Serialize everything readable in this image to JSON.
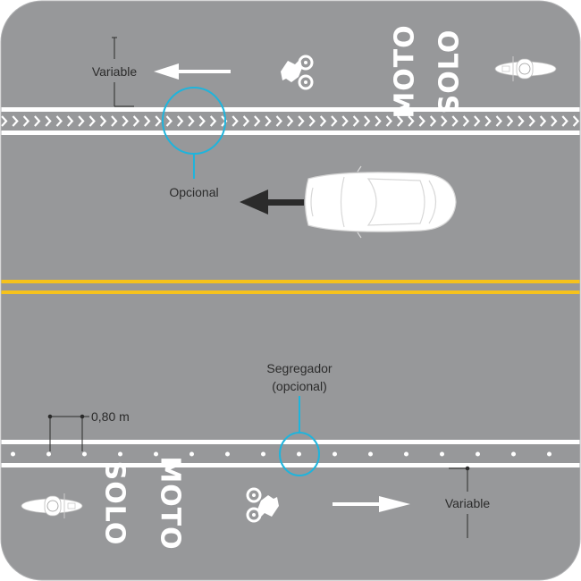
{
  "colors": {
    "asphalt": "#97989a",
    "marking": "#ffffff",
    "center_line": "#f6c21c",
    "callout": "#1fb4dc",
    "dimension": "#2b2b2b"
  },
  "top_lane": {
    "width_label": "Variable",
    "word_1": "MOTO",
    "word_2": "SOLO",
    "direction": "left",
    "separator_callout": "Opcional",
    "icons": [
      "arrow-left-icon",
      "motorcycle-symbol-icon",
      "motorcycle-topview-icon"
    ]
  },
  "car_lane": {
    "direction": "left",
    "icons": [
      "car-topview-icon",
      "arrow-left-icon"
    ]
  },
  "bottom_lane": {
    "width_label": "Variable",
    "word_1": "MOTO",
    "word_2": "SOLO",
    "direction": "right",
    "separator_callout_line1": "Segregador",
    "separator_callout_line2": "(opcional)",
    "spacing_label": "0,80 m",
    "icons": [
      "arrow-right-icon",
      "motorcycle-symbol-icon",
      "motorcycle-topview-icon"
    ]
  }
}
